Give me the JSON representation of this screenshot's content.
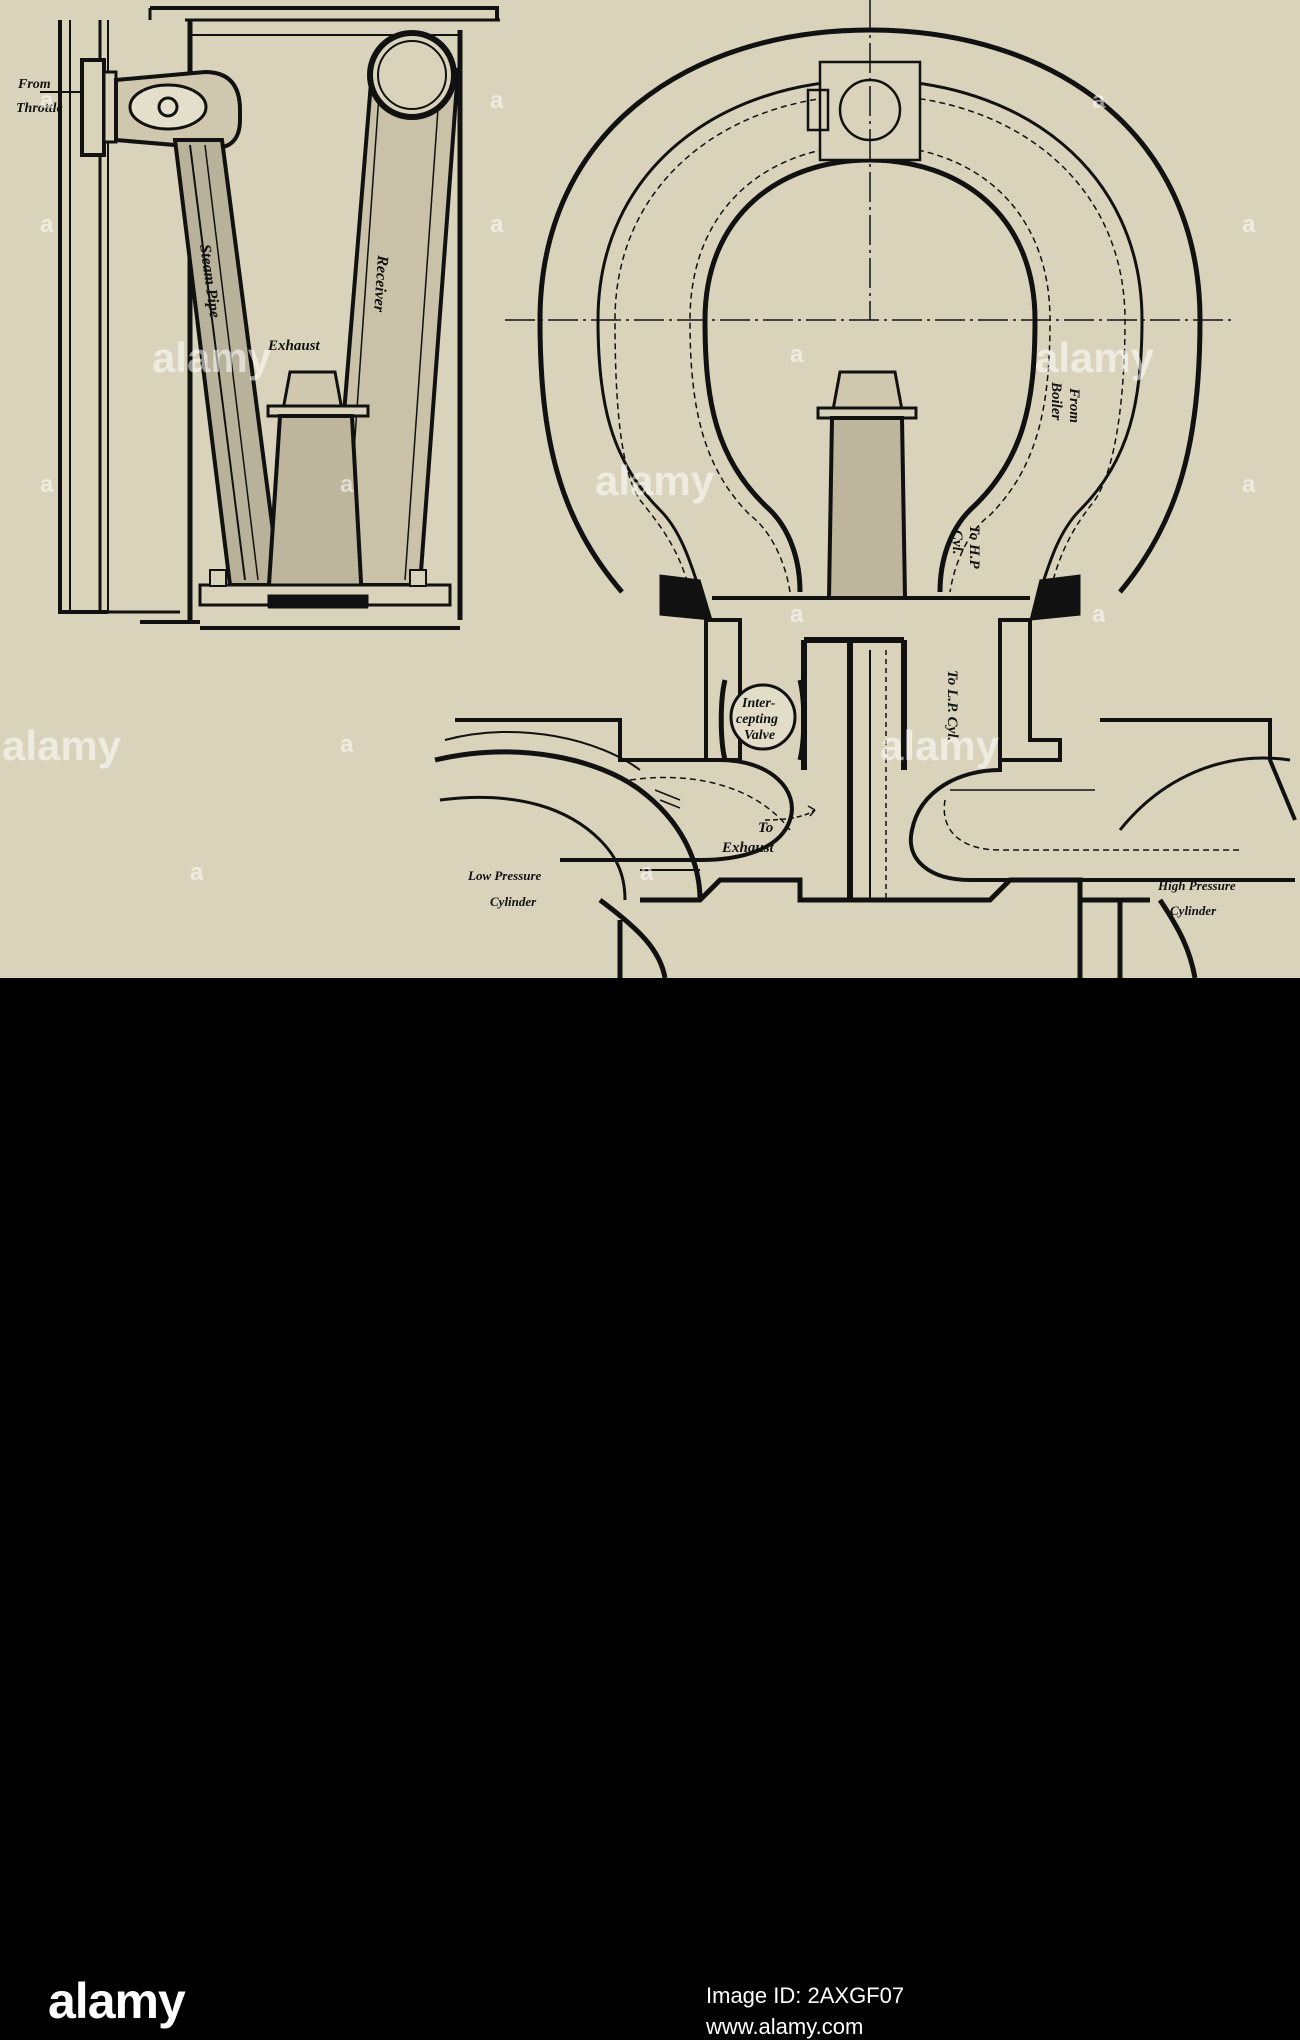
{
  "labels": {
    "from": "From",
    "throttle": "Throttle",
    "steam_pipe": "Steam Pipe",
    "receiver": "Receiver",
    "exhaust": "Exhaust",
    "from_boiler_1": "From",
    "from_boiler_2": "Boiler",
    "to_hp_1": "To H.P",
    "to_hp_2": "Cyl.",
    "to_lp": "To L.P. Cyl.",
    "intercepting_1": "Inter-",
    "intercepting_2": "cepting",
    "intercepting_3": "Valve",
    "to_exhaust_1": "To",
    "to_exhaust_2": "Exhaust",
    "low_pressure_1": "Low Pressure",
    "low_pressure_2": "Cylinder",
    "high_pressure_1": "High Pressure",
    "high_pressure_2": "Cylinder"
  },
  "watermark": {
    "text": "alamy",
    "letter": "a"
  },
  "footer": {
    "logo": "alamy",
    "image_id": "Image ID: 2AXGF07",
    "site": "www.alamy.com"
  }
}
